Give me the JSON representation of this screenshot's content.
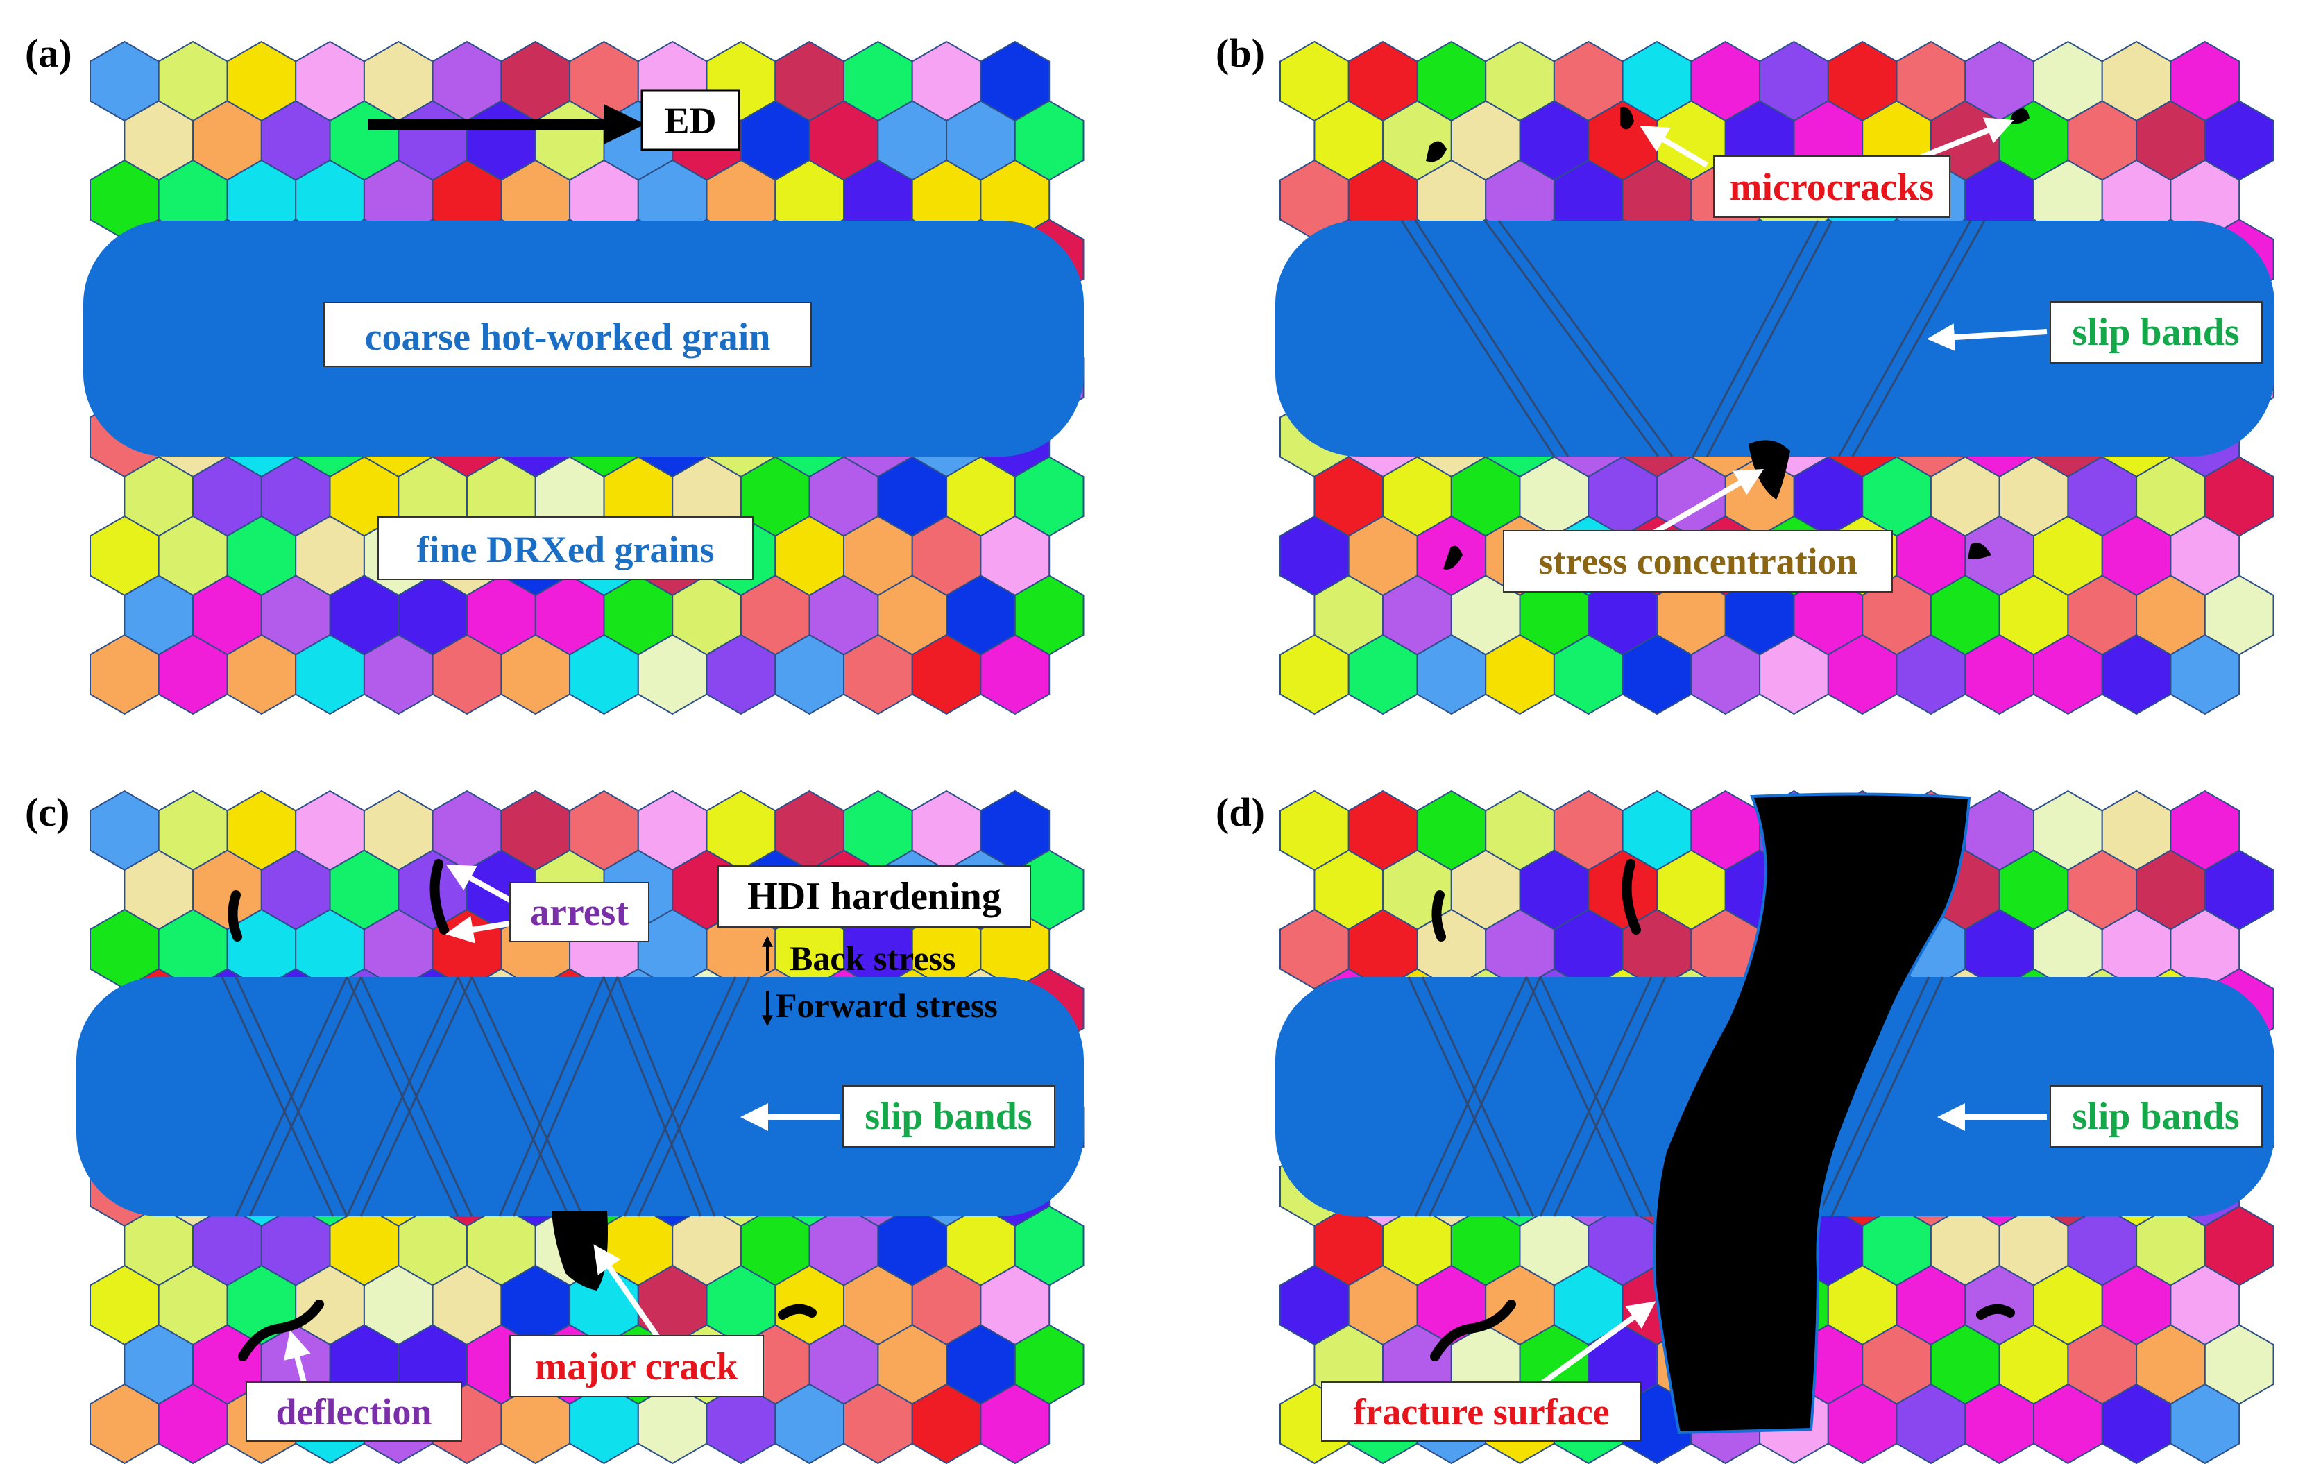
{
  "colors": {
    "coarse_grain": "#1470D6",
    "label_grain": "#1A6FC4",
    "green_label": "#14A84A",
    "red_label": "#E8141C",
    "brown_label": "#8A6614",
    "purple_label": "#7A2FA8",
    "black": "#000000",
    "slip_line": "#2F4A76",
    "hex_stroke": "#2C4F8A",
    "palette": [
      "#F9A85A",
      "#F01ED8",
      "#16E51A",
      "#4A1CF0",
      "#D9F06A",
      "#B35BEA",
      "#4FA0F0",
      "#F5A3F2",
      "#F06A70",
      "#E7F21A",
      "#0FE0EE",
      "#F01C25",
      "#0B36E8",
      "#F0E4A4",
      "#13F06A",
      "#E9F5C0",
      "#E01852",
      "#8A47F0",
      "#F5E000",
      "#CC2E5A"
    ]
  },
  "panels": [
    {
      "id": "a",
      "tag": "(a)",
      "labels": {
        "coarse": "coarse hot-worked grain",
        "fine": "fine DRXed grains",
        "ed": "ED"
      }
    },
    {
      "id": "b",
      "tag": "(b)",
      "labels": {
        "microcracks": "microcracks",
        "slip": "slip bands",
        "stress": "stress concentration"
      }
    },
    {
      "id": "c",
      "tag": "(c)",
      "labels": {
        "arrest": "arrest",
        "hdi": "HDI hardening",
        "back": "Back stress",
        "forward": "Forward stress",
        "slip": "slip bands",
        "deflection": "deflection",
        "major": "major crack"
      }
    },
    {
      "id": "d",
      "tag": "(d)",
      "labels": {
        "slip": "slip bands",
        "fracture": "fracture surface"
      }
    }
  ]
}
